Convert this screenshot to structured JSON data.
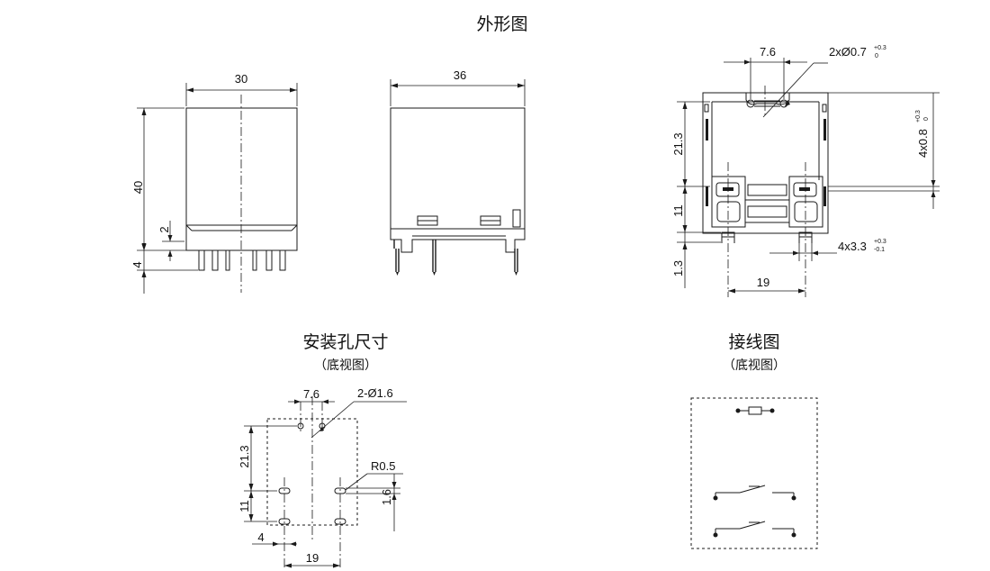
{
  "titles": {
    "outline": "外形图",
    "mounting": "安装孔尺寸",
    "mounting_sub": "（底视图）",
    "wiring": "接线图",
    "wiring_sub": "（底视图）"
  },
  "front_view": {
    "width": "30",
    "height": "40",
    "base": "2",
    "pin": "4"
  },
  "side_view": {
    "width": "36"
  },
  "bottom_view": {
    "hole_spacing": "7.6",
    "hole_spec_main": "2xØ0.7",
    "hole_tol_plus": "+0.3",
    "hole_tol_minus": "0",
    "slot_spec_main": "4x0.8",
    "slot_tol_plus": "+0.3",
    "slot_tol_minus": "0",
    "pin_spec_main": "4x3.3",
    "pin_tol_plus": "+0.3",
    "pin_tol_minus": "-0.1",
    "v1": "21.3",
    "v2": "11",
    "v3": "1.3",
    "h": "19"
  },
  "mounting_holes": {
    "spacing": "7.6",
    "hole_spec": "2-Ø1.6",
    "radius": "R0.5",
    "v1": "21.3",
    "v2": "11",
    "v3": "4",
    "slot": "1.6",
    "h": "19"
  }
}
